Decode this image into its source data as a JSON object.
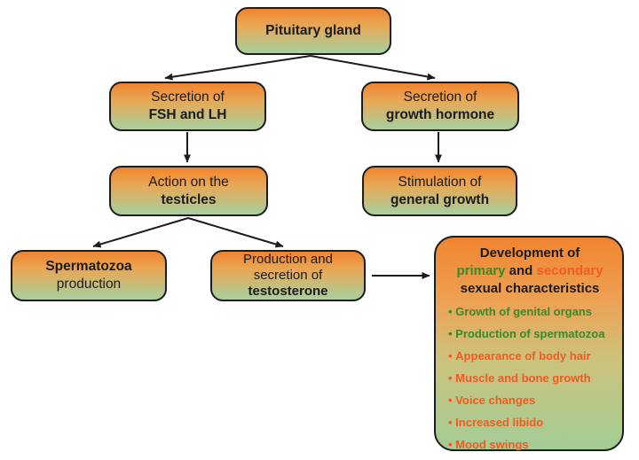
{
  "diagram": {
    "title": "Pituitary gland flowchart",
    "colors": {
      "box_gradient_top": "#f0842f",
      "box_gradient_bottom": "#a6d0a0",
      "box_border": "#1c1c1c",
      "arrow": "#1c1c1c",
      "text_black": "#1b1b1b",
      "text_green": "#378a2a",
      "text_orange": "#f35a21",
      "page_background": "#ffffff"
    }
  },
  "nodes": {
    "pituitary": {
      "line1": "Pituitary gland"
    },
    "fsh": {
      "line1": "Secretion of",
      "line2": "FSH and LH"
    },
    "growth_hormone": {
      "line1": "Secretion of",
      "line2": "growth hormone"
    },
    "testicles": {
      "line1": "Action on the",
      "line2": "testicles"
    },
    "general_growth": {
      "line1": "Stimulation of",
      "line2": "general growth"
    },
    "spermatozoa": {
      "line1": "Spermatozoa",
      "line2": "production"
    },
    "testosterone": {
      "line1": "Production and",
      "line2": "secretion of",
      "line3": "testosterone"
    }
  },
  "development": {
    "title_line1": "Development of",
    "title_primary": "primary",
    "title_and": " and ",
    "title_secondary": "secondary",
    "title_line3": "sexual characteristics",
    "bullets": [
      {
        "text": "Growth of genital organs",
        "color": "green"
      },
      {
        "text": "Production of spermatozoa",
        "color": "green"
      },
      {
        "text": "Appearance of body hair",
        "color": "orange"
      },
      {
        "text": "Muscle and bone growth",
        "color": "orange"
      },
      {
        "text": "Voice changes",
        "color": "orange"
      },
      {
        "text": "Increased libido",
        "color": "orange"
      },
      {
        "text": "Mood swings",
        "color": "orange"
      }
    ]
  }
}
